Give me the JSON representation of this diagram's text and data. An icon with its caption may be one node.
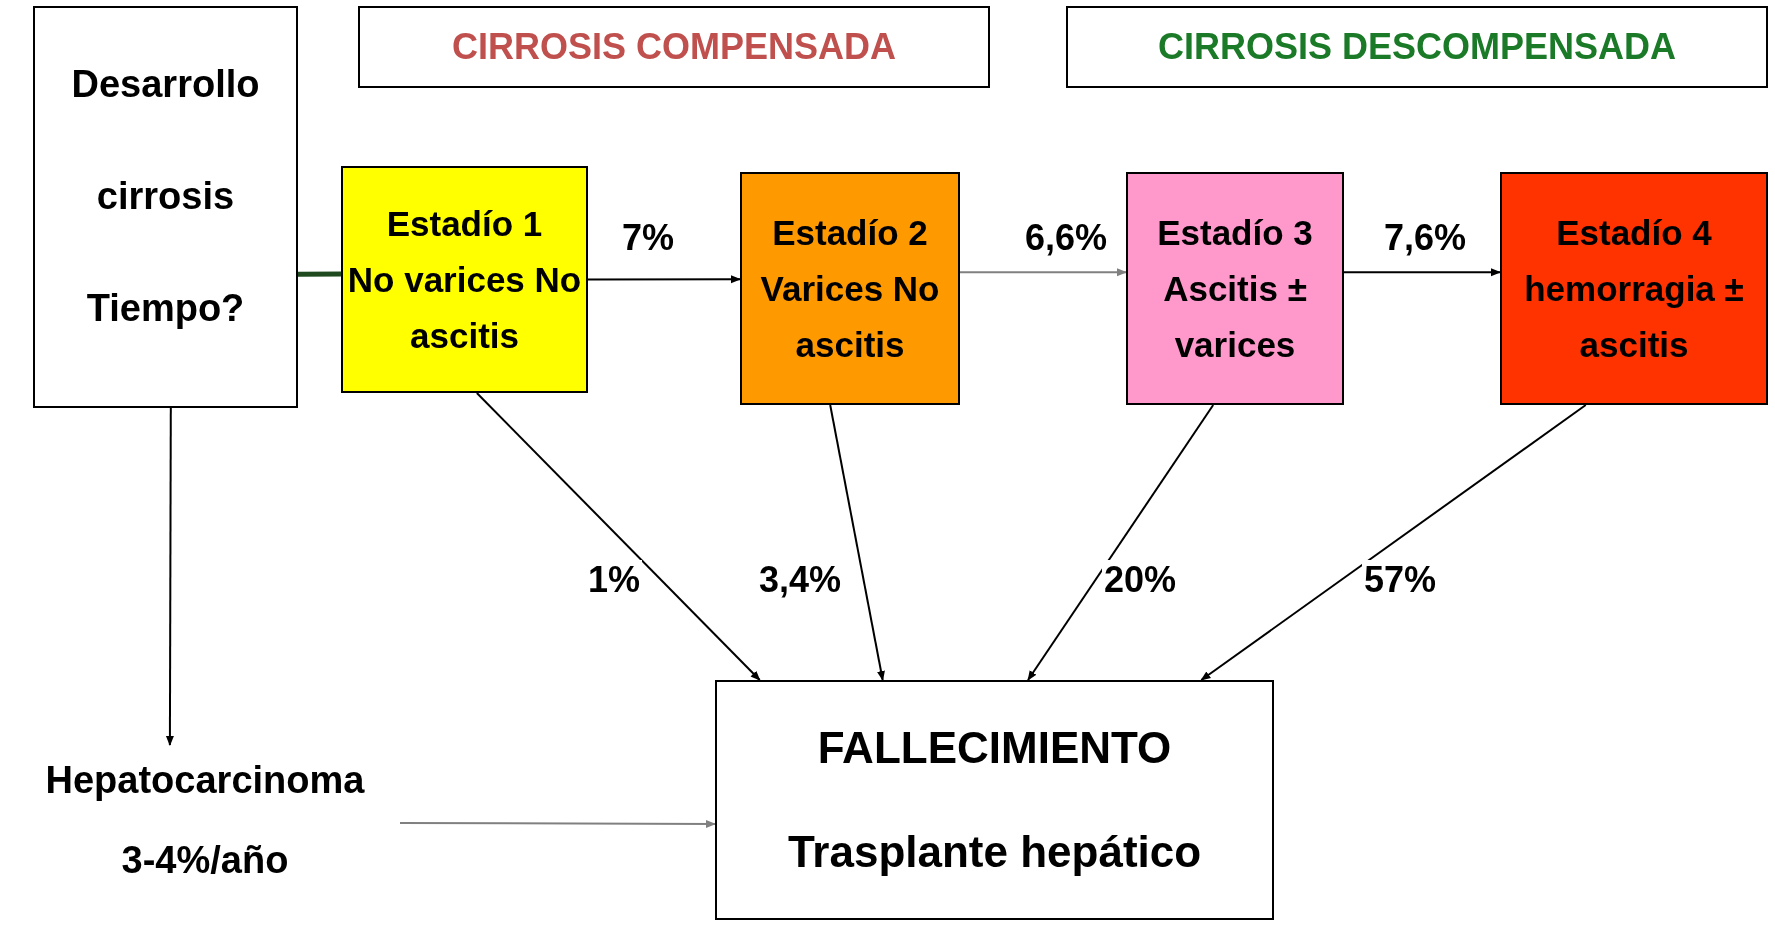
{
  "diagram": {
    "nodes": [
      {
        "text": [
          "CIRROSIS COMPENSADA"
        ]
      },
      {
        "text": [
          "CIRROSIS DESCOMPENSADA"
        ]
      },
      {
        "text": [
          "Desarrollo cirrosis",
          "Tiempo?"
        ]
      },
      {
        "text": [
          "Estadío 1",
          "No varices No ascitis"
        ]
      },
      {
        "text": [
          "Estadío 2",
          "Varices No ascitis"
        ]
      },
      {
        "text": [
          "Estadío 3",
          "Ascitis ± varices"
        ]
      },
      {
        "text": [
          "Estadío 4",
          "hemorragia ± ascitis"
        ]
      },
      {
        "text": [
          "Hepatocarcinoma",
          "3-4%/año"
        ]
      },
      {
        "text": [
          "FALLECIMIENTO",
          "Trasplante hepático"
        ]
      }
    ],
    "edges": [
      {
        "from": 2,
        "to": 3,
        "arrow": "none",
        "style": "thick",
        "color": "#1f4a1f"
      },
      {
        "from": 3,
        "to": 4,
        "arrow": "to",
        "label": "7%"
      },
      {
        "from": 4,
        "to": 5,
        "arrow": "to",
        "label": "6,6%",
        "color": "#808080"
      },
      {
        "from": 5,
        "to": 6,
        "arrow": "to",
        "label": "7,6%"
      },
      {
        "from": 2,
        "to": 7,
        "arrow": "to"
      },
      {
        "from": 7,
        "to": 8,
        "arrow": "to",
        "color": "#808080"
      },
      {
        "from": 3,
        "to": 8,
        "arrow": "to",
        "label": "1%"
      },
      {
        "from": 4,
        "to": 8,
        "arrow": "to",
        "label": "3,4%"
      },
      {
        "from": 5,
        "to": 8,
        "arrow": "to",
        "label": "20%"
      },
      {
        "from": 6,
        "to": 8,
        "arrow": "to",
        "label": "57%"
      }
    ]
  }
}
